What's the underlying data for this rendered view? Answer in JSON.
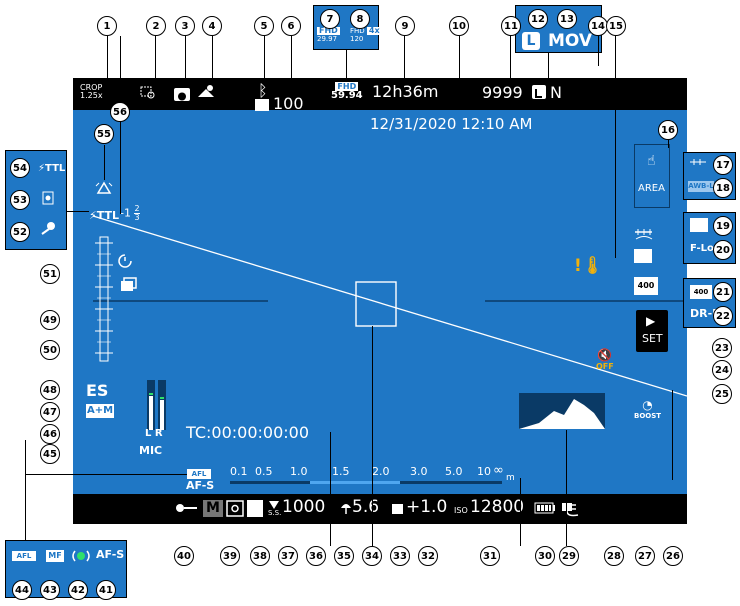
{
  "top": {
    "crop_label": "CROP",
    "crop_value": "1.25x",
    "fhd_label": "FHD",
    "framerate": "59.94",
    "record_time": "12h36m",
    "shots_remaining": "9999",
    "file_mode": "N",
    "card_frames": "100",
    "datetime": "12/31/2020 12:10 AM"
  },
  "popup_framerate": {
    "fhd1": "FHD",
    "rate1": "29.97",
    "fhd2": "FHD",
    "zoom2": "4x",
    "rate2": "120"
  },
  "popup_format": {
    "size": "L",
    "format": "MOV"
  },
  "left": {
    "flash": "TTL",
    "flash_comp": "-1",
    "flash_comp_num": "2",
    "flash_comp_den": "3",
    "shutter_type": "ES",
    "focus_mode_am": "A+M",
    "audio_l": "L",
    "audio_r": "R",
    "mic": "MIC",
    "afl": "AFL",
    "af_mode": "AF-S"
  },
  "popup_flash": {
    "ttl": "TTL"
  },
  "popup_af": {
    "afl": "AFL",
    "mf": "MF",
    "afs": "AF-S"
  },
  "right": {
    "area_label": "AREA",
    "set_label": "SET",
    "boost_label": "BOOST",
    "off_label": "OFF"
  },
  "popup_wb": {
    "awb": "AWB-L"
  },
  "popup_film": {
    "flog": "F-Log"
  },
  "popup_dr": {
    "dr": "400",
    "drp": "DR-P"
  },
  "timecode": "TC:00:00:00:00",
  "distance": {
    "ticks": [
      "0.1",
      "0.5",
      "1.0",
      "1.5",
      "2.0",
      "3.0",
      "5.0",
      "10",
      "∞"
    ],
    "unit": "m"
  },
  "bottom": {
    "mode": "M",
    "ss_label": "S.S.",
    "shutter": "1000",
    "aperture": "5.6",
    "exposure_comp": "+1.0",
    "iso_label": "ISO",
    "iso": "12800"
  },
  "callouts": [
    "1",
    "2",
    "3",
    "4",
    "5",
    "6",
    "7",
    "8",
    "9",
    "10",
    "11",
    "12",
    "13",
    "14",
    "15",
    "16",
    "17",
    "18",
    "19",
    "20",
    "21",
    "22",
    "23",
    "24",
    "25",
    "26",
    "27",
    "28",
    "29",
    "30",
    "31",
    "32",
    "33",
    "34",
    "35",
    "36",
    "37",
    "38",
    "39",
    "40",
    "41",
    "42",
    "43",
    "44",
    "45",
    "46",
    "47",
    "48",
    "49",
    "50",
    "51",
    "52",
    "53",
    "54",
    "55",
    "56"
  ]
}
